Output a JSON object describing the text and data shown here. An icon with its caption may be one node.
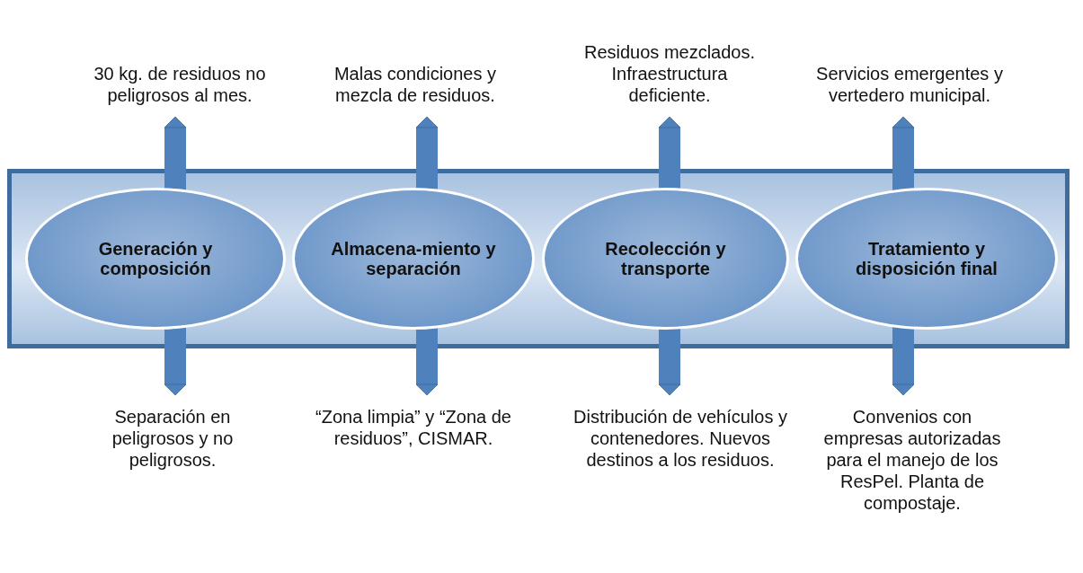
{
  "diagram": {
    "nodes": [
      {
        "text": [
          "30 kg. de residuos no peligrosos al mes."
        ]
      },
      {
        "text": [
          "Malas condiciones y mezcla de residuos."
        ]
      },
      {
        "text": [
          "Residuos mezclados. Infraestructura deficiente."
        ]
      },
      {
        "text": [
          "Servicios emergentes y vertedero municipal."
        ]
      },
      {
        "text": [],
        "shape": "bar"
      },
      {
        "text": [
          "Generación y composición"
        ],
        "in": 4
      },
      {
        "text": [
          "Almacena-miento y separación"
        ],
        "in": 4
      },
      {
        "text": [
          "Recolección y transporte"
        ],
        "in": 4
      },
      {
        "text": [
          "Tratamiento y disposición final"
        ],
        "in": 4
      },
      {
        "text": [
          "Separación en peligrosos y no peligrosos."
        ]
      },
      {
        "text": [
          "“Zona limpia” y “Zona de residuos”, CISMAR."
        ]
      },
      {
        "text": [
          "Distribución de vehículos y contenedores. Nuevos destinos a los residuos."
        ]
      },
      {
        "text": [
          "Convenios con empresas autorizadas para el manejo de los ResPel. Planta de compostaje."
        ]
      }
    ],
    "edges": [
      {
        "from": 5,
        "to": 0,
        "arrow": "to"
      },
      {
        "from": 6,
        "to": 1,
        "arrow": "to"
      },
      {
        "from": 7,
        "to": 2,
        "arrow": "to"
      },
      {
        "from": 8,
        "to": 3,
        "arrow": "to"
      },
      {
        "from": 5,
        "to": 9,
        "arrow": "to"
      },
      {
        "from": 6,
        "to": 10,
        "arrow": "to"
      },
      {
        "from": 7,
        "to": 11,
        "arrow": "to"
      },
      {
        "from": 8,
        "to": 12,
        "arrow": "to"
      }
    ]
  }
}
